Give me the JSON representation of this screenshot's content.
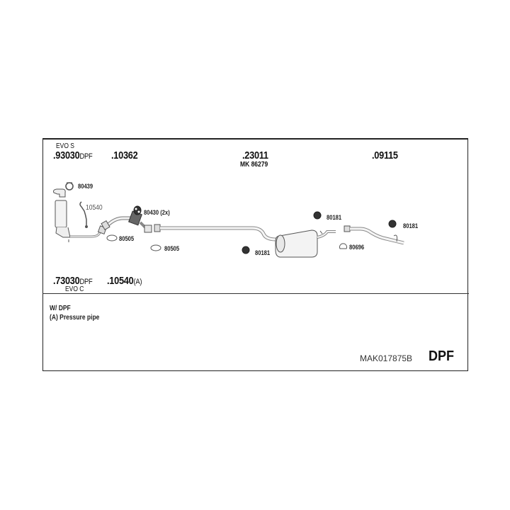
{
  "header_parts": [
    {
      "number": ".93030",
      "suffix": "DPF",
      "variant": "EVO S"
    },
    {
      "number": ".10362"
    },
    {
      "number": ".23011",
      "sub": "MK 86279"
    },
    {
      "number": ".09115"
    }
  ],
  "bottom_parts": [
    {
      "number": ".73030",
      "suffix": "DPF",
      "variant": "EVO C"
    },
    {
      "number": ".10540",
      "suffix": "(A)"
    }
  ],
  "component_labels": {
    "clamp_80439": "80439",
    "pressure_pipe_10540": "10540",
    "mount_80430": "80430 (2x)",
    "gasket_80505_a": "80505",
    "gasket_80505_b": "80505",
    "mount_80181_a": "80181",
    "mount_80181_b": "80181",
    "mount_80181_c": "80181",
    "clamp_80696": "80696"
  },
  "notes": [
    "W/ DPF",
    "(A) Pressure pipe"
  ],
  "kit_code": "MAK017875B",
  "kit_type": "DPF"
}
